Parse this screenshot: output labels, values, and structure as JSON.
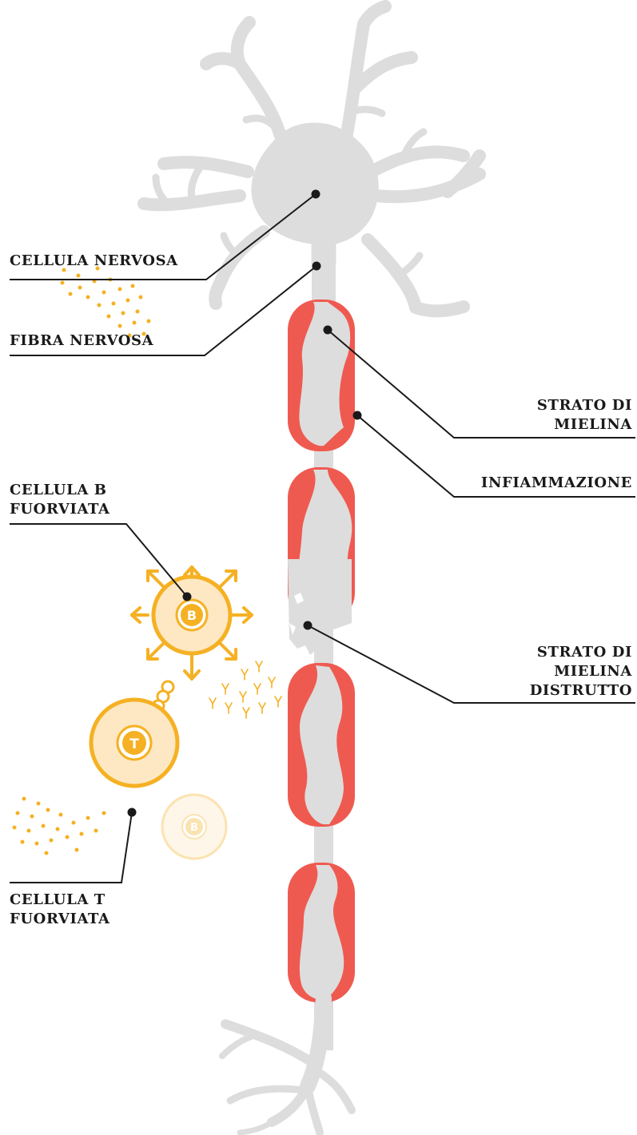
{
  "colors": {
    "nerve": "#dddddd",
    "myelin": "#ef5a50",
    "cell_orange": "#f5b123",
    "cell_fill": "#fde8c3",
    "line": "#1a1a1a",
    "text": "#1a1a1a"
  },
  "labels": {
    "cellula_nervosa": "CELLULA NERVOSA",
    "fibra_nervosa": "FIBRA NERVOSA",
    "strato_mielina": [
      "STRATO DI",
      "MIELINA"
    ],
    "infiammazione": "INFIAMMAZIONE",
    "cellula_b": [
      "CELLULA B",
      "FUORVIATA"
    ],
    "strato_distrutto": [
      "STRATO DI",
      "MIELINA",
      "DISTRUTTO"
    ],
    "cellula_t": [
      "CELLULA T",
      "FUORVIATA"
    ]
  },
  "cells": {
    "b_letter": "B",
    "t_letter": "T",
    "b_faded_letter": "B"
  }
}
